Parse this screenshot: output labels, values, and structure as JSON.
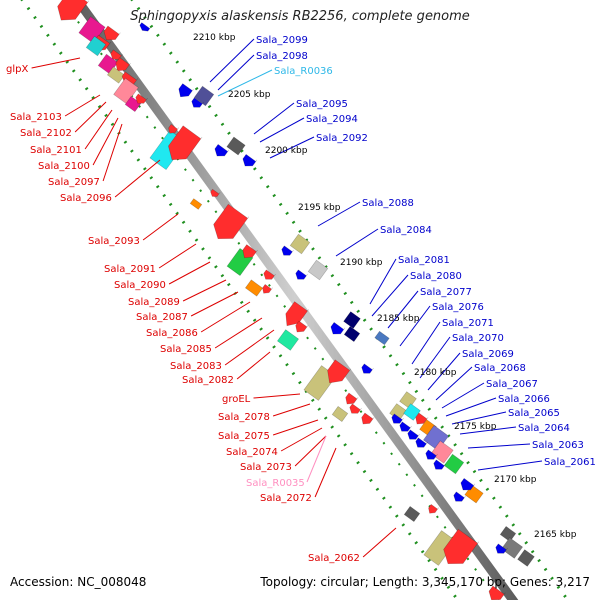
{
  "title": "Sphingopyxis alaskensis RB2256, complete genome",
  "footer": {
    "accession": "Accession: NC_008048",
    "topology": "Topology: circular; Length: 3,345,170 bp; Genes: 3,217"
  },
  "colors": {
    "axis": "#8c8c8c",
    "tick_dots": "#1f8f1f",
    "left_labels": "#dd0000",
    "right_labels": "#0000cc",
    "rna_left": "#ff8fc0",
    "rna_right": "#2fb8e8",
    "kbp_text": "#000000"
  },
  "scale_labels": [
    "2210 kbp",
    "2205 kbp",
    "2200 kbp",
    "2195 kbp",
    "2190 kbp",
    "2185 kbp",
    "2180 kbp",
    "2175 kbp",
    "2170 kbp",
    "2165 kbp"
  ],
  "left_labels": [
    "glpX",
    "Sala_2103",
    "Sala_2102",
    "Sala_2101",
    "Sala_2100",
    "Sala_2097",
    "Sala_2096",
    "Sala_2093",
    "Sala_2091",
    "Sala_2090",
    "Sala_2089",
    "Sala_2087",
    "Sala_2086",
    "Sala_2085",
    "Sala_2083",
    "Sala_2082",
    "groEL",
    "Sala_2078",
    "Sala_2075",
    "Sala_2074",
    "Sala_2073",
    "Sala_R0035",
    "Sala_2072",
    "Sala_2062"
  ],
  "right_labels": [
    "Sala_2099",
    "Sala_2098",
    "Sala_R0036",
    "Sala_2095",
    "Sala_2094",
    "Sala_2092",
    "Sala_2088",
    "Sala_2084",
    "Sala_2081",
    "Sala_2080",
    "Sala_2077",
    "Sala_2076",
    "Sala_2071",
    "Sala_2070",
    "Sala_2069",
    "Sala_2068",
    "Sala_2067",
    "Sala_2066",
    "Sala_2065",
    "Sala_2064",
    "Sala_2063",
    "Sala_2061"
  ]
}
